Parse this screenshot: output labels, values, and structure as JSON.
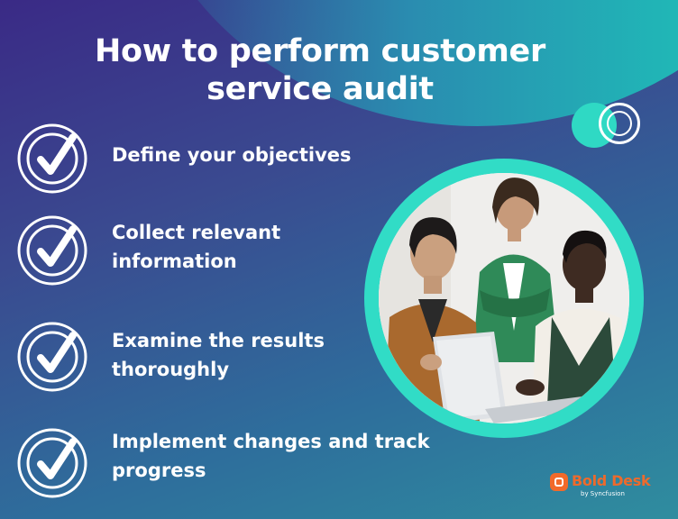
{
  "title": "How to perform customer service audit",
  "steps": [
    {
      "label": "Define your objectives",
      "icon": "check-circle-icon"
    },
    {
      "label": "Collect relevant information",
      "icon": "check-circle-icon"
    },
    {
      "label": "Examine the results thoroughly",
      "icon": "check-circle-icon"
    },
    {
      "label": "Implement changes and track progress",
      "icon": "check-circle-icon"
    }
  ],
  "logo": {
    "name": "Bold Desk",
    "sub": "by Syncfusion"
  },
  "colors": {
    "accent": "#31dcc6",
    "brand": "#f26a2a",
    "text": "#ffffff"
  }
}
